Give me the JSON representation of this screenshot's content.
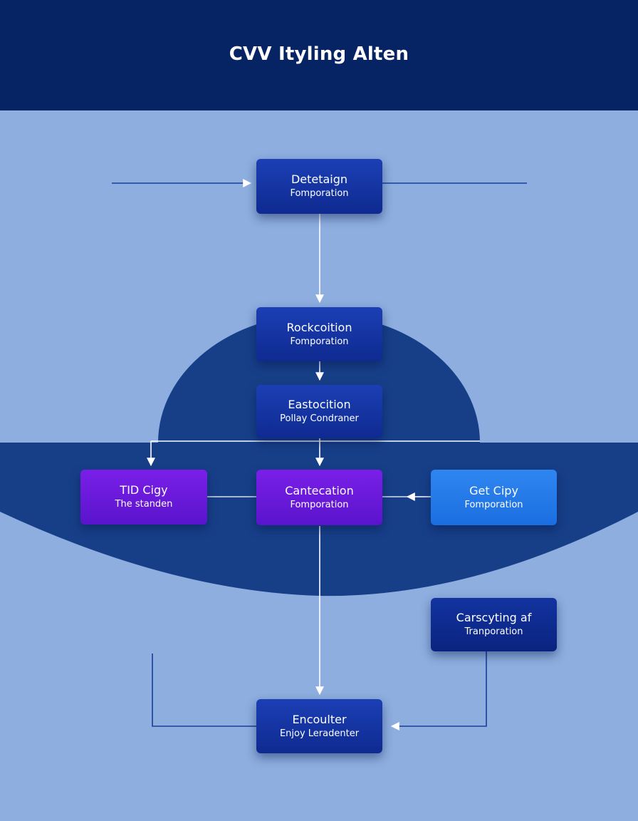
{
  "header": {
    "title": "CVV Ityling Alten"
  },
  "colors": {
    "header_bg": "#062463",
    "canvas_bg": "#8daedf",
    "band_bg": "#173f88",
    "arrow_white": "#ffffff",
    "line_blue": "#173f97",
    "node_blue": "#13309f",
    "node_purple": "#6a19dc",
    "node_light": "#2479e8"
  },
  "nodes": {
    "detetaign": {
      "title": "Detetaign",
      "subtitle": "Fomporation"
    },
    "rockcoition": {
      "title": "Rockcoition",
      "subtitle": "Fomporation"
    },
    "eastocition": {
      "title": "Eastocition",
      "subtitle": "Pollay Condraner"
    },
    "tid_cigy": {
      "title": "TID Cigy",
      "subtitle": "The standen"
    },
    "cantecation": {
      "title": "Cantecation",
      "subtitle": "Fomporation"
    },
    "get_cipy": {
      "title": "Get Cipy",
      "subtitle": "Fomporation"
    },
    "carscyting": {
      "title": "Carscyting af",
      "subtitle": "Tranporation"
    },
    "encoulter": {
      "title": "Encoulter",
      "subtitle": "Enjoy Leradenter"
    }
  }
}
